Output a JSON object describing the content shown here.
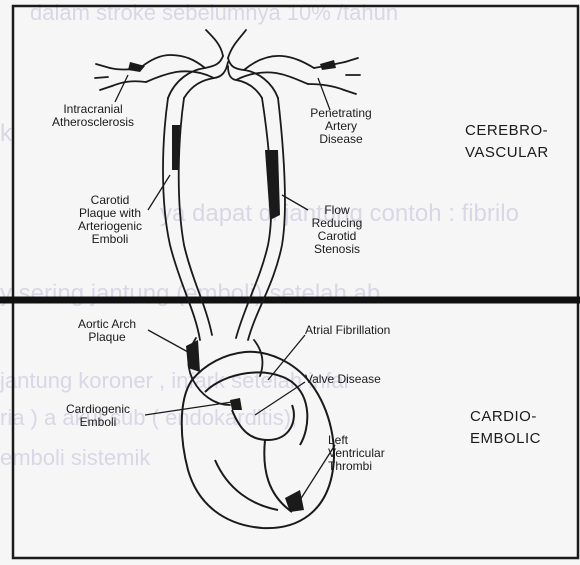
{
  "background_text": [
    "dalam stroke sebelumnya 10% /tahun",
    "k",
    "ya  dapat di jantung  contoh  :  fibrilo",
    "y sering jantung (emboli)  setelah  ab",
    "jantung koroner , infark setelah infar",
    "ria ) a akut sub ( endokarditis),",
    "emboli sistemik"
  ],
  "sections": {
    "top_label": [
      "CEREBRO-",
      "VASCULAR"
    ],
    "bottom_label": [
      "CARDIO-",
      "EMBOLIC"
    ]
  },
  "labels": {
    "intracranial": [
      "Intracranial",
      "Atherosclerosis"
    ],
    "penetrating": [
      "Penetrating",
      "Artery",
      "Disease"
    ],
    "carotid_plaque": [
      "Carotid",
      "Plaque with",
      "Arteriogenic",
      "Emboli"
    ],
    "flow_reducing": [
      "Flow",
      "Reducing",
      "Carotid",
      "Stenosis"
    ],
    "aortic_arch": [
      "Aortic Arch",
      "Plaque"
    ],
    "atrial_fib": [
      "Atrial Fibrillation"
    ],
    "valve_disease": [
      "Valve Disease"
    ],
    "cardiogenic": [
      "Cardiogenic",
      "Emboli"
    ],
    "left_ventricular": [
      "Left",
      "Ventricular",
      "Thrombi"
    ]
  },
  "colors": {
    "ink": "#1a1a1a",
    "ghost": "#d9d7e6",
    "paper": "#f7f6f6"
  }
}
